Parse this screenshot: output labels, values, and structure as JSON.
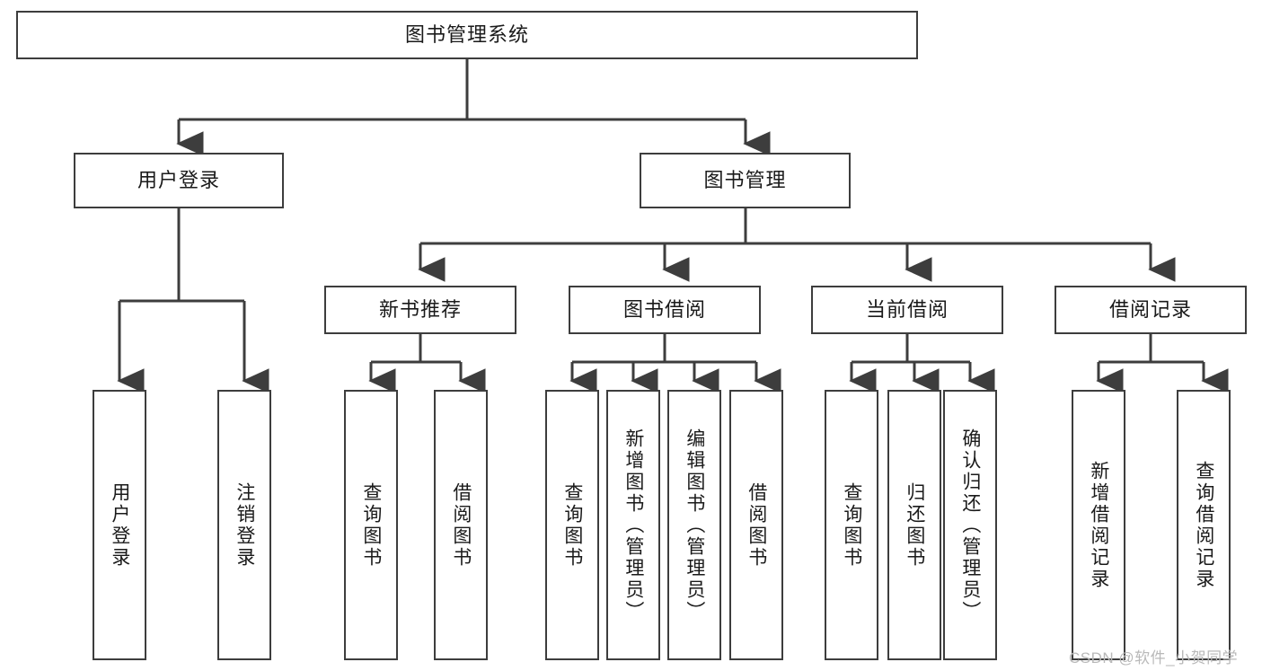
{
  "diagram": {
    "title": "图书管理系统",
    "type": "hierarchy-tree",
    "style": {
      "border_color": "#3d3d3d",
      "box_fill": "#ffffff",
      "line_color": "#3d3d3d",
      "text_color": "#1a1a1a",
      "watermark_color": "#b9b9b9"
    },
    "levels": {
      "root": {
        "label": "图书管理系统"
      },
      "level2": [
        {
          "label": "用户登录"
        },
        {
          "label": "图书管理"
        }
      ],
      "level3": [
        {
          "label": "新书推荐"
        },
        {
          "label": "图书借阅"
        },
        {
          "label": "当前借阅"
        },
        {
          "label": "借阅记录"
        }
      ],
      "level4": [
        {
          "label": "用户登录",
          "parent": "用户登录"
        },
        {
          "label": "注销登录",
          "parent": "用户登录"
        },
        {
          "label": "查询图书",
          "parent": "新书推荐"
        },
        {
          "label": "借阅图书",
          "parent": "新书推荐"
        },
        {
          "label": "查询图书",
          "parent": "图书借阅"
        },
        {
          "label": "新增图书（管理员）",
          "parent": "图书借阅"
        },
        {
          "label": "编辑图书（管理员）",
          "parent": "图书借阅"
        },
        {
          "label": "借阅图书",
          "parent": "图书借阅"
        },
        {
          "label": "查询图书",
          "parent": "当前借阅"
        },
        {
          "label": "归还图书",
          "parent": "当前借阅"
        },
        {
          "label": "确认归还（管理员）",
          "parent": "当前借阅"
        },
        {
          "label": "新增借阅记录",
          "parent": "借阅记录"
        },
        {
          "label": "查询借阅记录",
          "parent": "借阅记录"
        }
      ]
    },
    "watermark": "CSDN @软件_小贺同学"
  }
}
